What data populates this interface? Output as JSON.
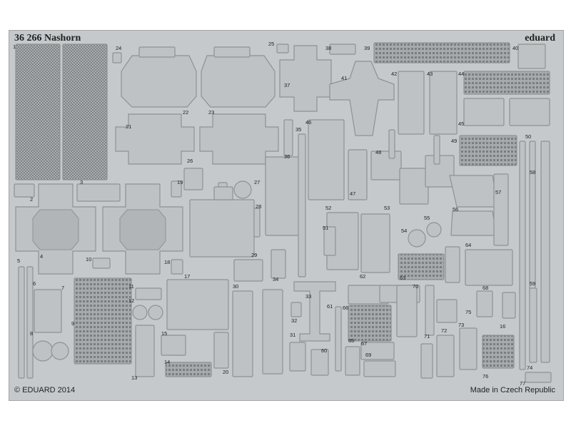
{
  "sheet": {
    "product_code": "36 266",
    "product_name": "Nashorn",
    "brand": "eduard",
    "copyright": "© EDUARD 2014",
    "origin": "Made in Czech Republic"
  },
  "part_numbers": [
    "1",
    "2",
    "3",
    "4",
    "5",
    "6",
    "7",
    "8",
    "9",
    "10",
    "11",
    "12",
    "13",
    "14",
    "15",
    "16",
    "17",
    "18",
    "19",
    "20",
    "21",
    "22",
    "23",
    "24",
    "25",
    "26",
    "27",
    "28",
    "29",
    "30",
    "31",
    "32",
    "33",
    "34",
    "35",
    "36",
    "37",
    "38",
    "39",
    "40",
    "41",
    "42",
    "43",
    "44",
    "45",
    "46",
    "47",
    "48",
    "49",
    "50",
    "51",
    "52",
    "53",
    "54",
    "55",
    "56",
    "57",
    "58",
    "59",
    "60",
    "61",
    "62",
    "63",
    "64",
    "65",
    "66",
    "67",
    "68",
    "69",
    "70",
    "71",
    "72",
    "73",
    "74",
    "75",
    "76",
    "77"
  ],
  "colors": {
    "sheet": "#c6c9cb",
    "etch_outline": "#8e9294",
    "etch_fill": "#bfc2c4",
    "mesh": "#6f7375",
    "text": "#222222"
  }
}
